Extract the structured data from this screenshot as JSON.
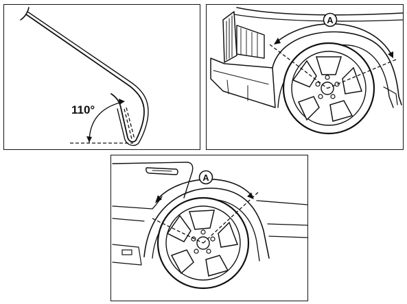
{
  "figure": {
    "panels": [
      {
        "id": "tool",
        "angle_label": "110°"
      },
      {
        "id": "front-wheel",
        "label": "A"
      },
      {
        "id": "rear-wheel",
        "label": "A"
      }
    ],
    "colors": {
      "ink": "#111111",
      "paper": "#ffffff"
    }
  }
}
